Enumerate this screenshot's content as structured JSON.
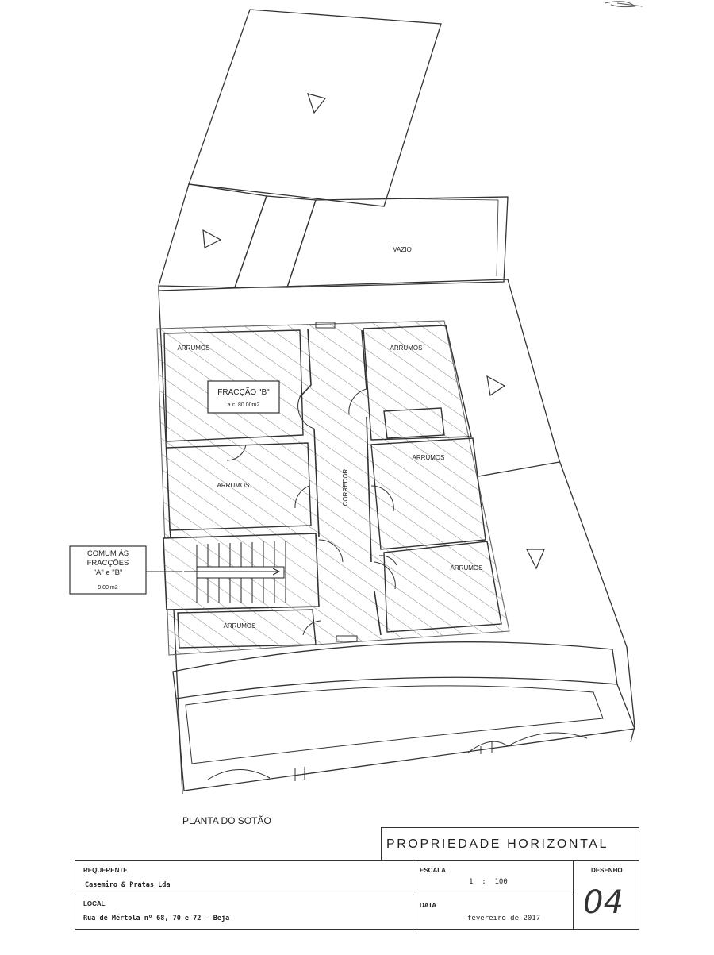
{
  "plan": {
    "rooms": {
      "vazio": "VAZIO",
      "arrumos_tl": "ARRUMOS",
      "arrumos_ml": "ARRUMOS",
      "arrumos_bl": "ARRUMOS",
      "arrumos_tr": "ARRUMOS",
      "arrumos_mr": "ARRUMOS",
      "arrumos_br": "ARRUMOS",
      "corredor": "CORREDOR"
    },
    "fraccao_b": {
      "title": "FRACÇÃO \"B\"",
      "area": "a.c. 80.00m2"
    },
    "comum": {
      "line1": "COMUM ÁS",
      "line2": "FRACÇÕES",
      "line3": "\"A\" e \"B\"",
      "area": "9.00 m2"
    },
    "drawing_title": "PLANTA DO SOTÃO"
  },
  "title_block": {
    "header": "PROPRIEDADE HORIZONTAL",
    "requerente_label": "REQUERENTE",
    "requerente_value": "Casemiro & Pratas Lda",
    "local_label": "LOCAL",
    "local_value": "Rua de Mértola nº 68, 70 e 72 – Beja",
    "escala_label": "ESCALA",
    "escala_value": "1  :  100",
    "data_label": "DATA",
    "data_value": "fevereiro de 2017",
    "desenho_label": "DESENHO",
    "desenho_value": "04"
  }
}
